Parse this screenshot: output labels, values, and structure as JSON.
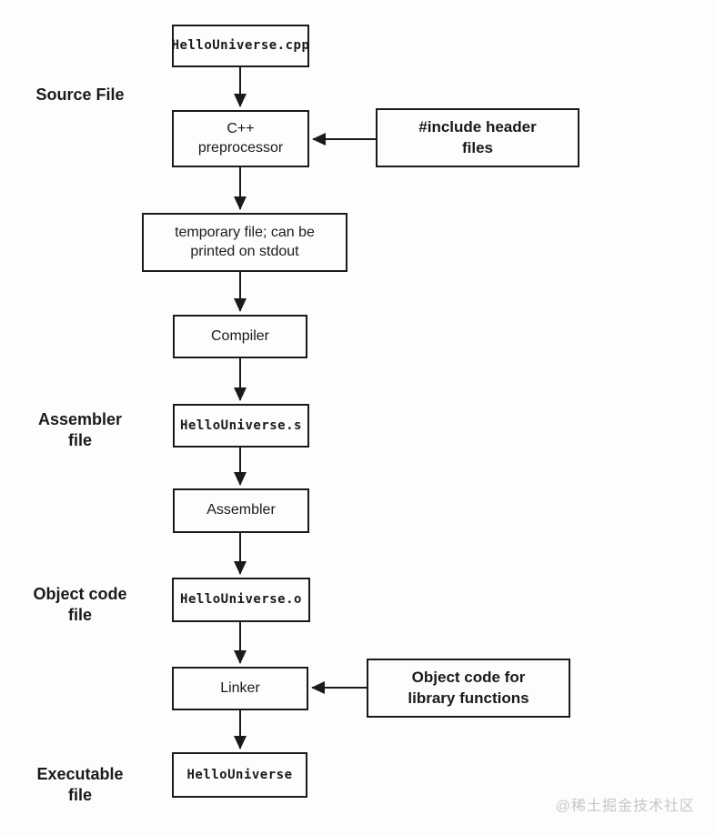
{
  "diagram": {
    "title_implied": "C++ compilation pipeline flowchart",
    "nodes": {
      "source_file": "HelloUniverse.cpp",
      "preprocessor": "C++\npreprocessor",
      "include_headers": "#include header\nfiles",
      "temp_file": "temporary file; can be\nprinted on stdout",
      "compiler": "Compiler",
      "assembly_file": "HelloUniverse.s",
      "assembler": "Assembler",
      "object_file": "HelloUniverse.o",
      "linker": "Linker",
      "library_objects": "Object code for\nlibrary functions",
      "executable": "HelloUniverse"
    },
    "side_labels": {
      "source": "Source File",
      "assembler_file": "Assembler\nfile",
      "object_code_file": "Object code\nfile",
      "executable_file": "Executable\nfile"
    },
    "colors": {
      "line": "#1a1a1a",
      "background": "#fdfdfd",
      "watermark": "#c7c7c7"
    }
  },
  "watermark": "@稀土掘金技术社区"
}
